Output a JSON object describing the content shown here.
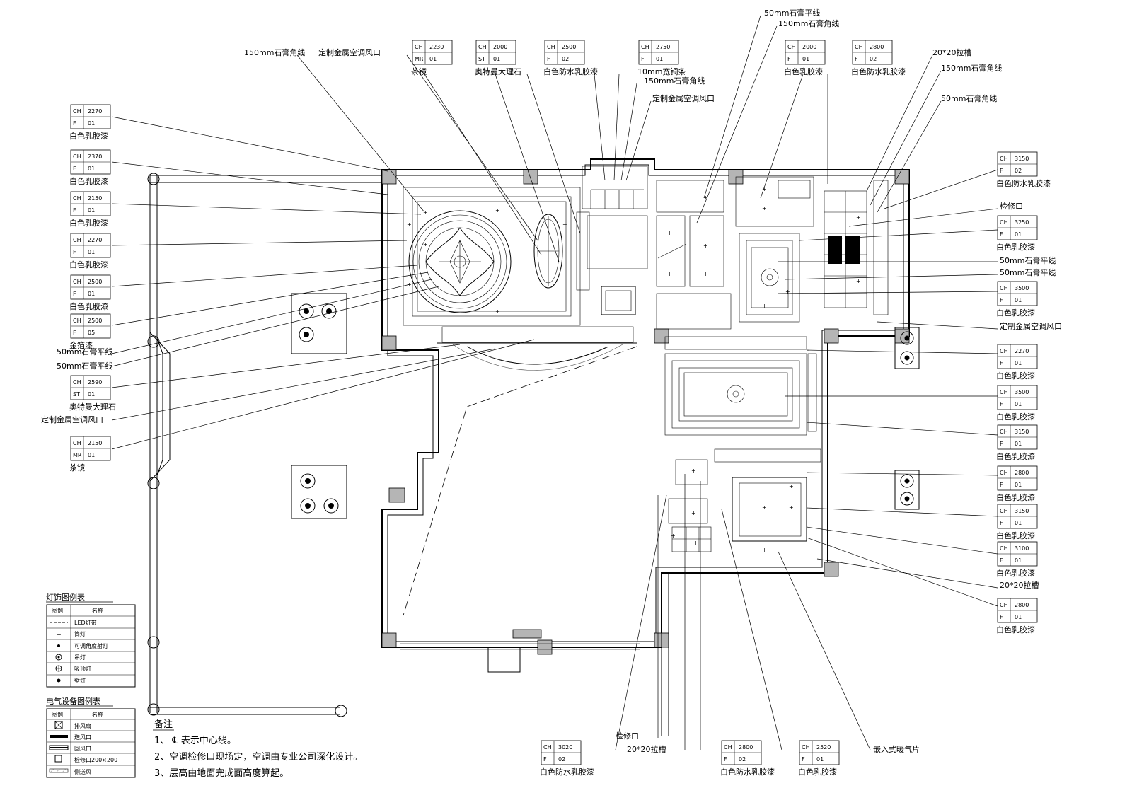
{
  "tags": {
    "tl1": {
      "r1k": "CH",
      "r1v": "2270",
      "r2k": "F",
      "r2v": "01",
      "label": "白色乳胶漆"
    },
    "tl2": {
      "r1k": "CH",
      "r1v": "2370",
      "r2k": "F",
      "r2v": "01",
      "label": "白色乳胶漆"
    },
    "tl3": {
      "r1k": "CH",
      "r1v": "2150",
      "r2k": "F",
      "r2v": "01",
      "label": "白色乳胶漆"
    },
    "tl4": {
      "r1k": "CH",
      "r1v": "2270",
      "r2k": "F",
      "r2v": "01",
      "label": "白色乳胶漆"
    },
    "tl5": {
      "r1k": "CH",
      "r1v": "2500",
      "r2k": "F",
      "r2v": "01",
      "label": "白色乳胶漆"
    },
    "tl6": {
      "r1k": "CH",
      "r1v": "2500",
      "r2k": "F",
      "r2v": "05",
      "label": "金箔漆"
    },
    "tl7": {
      "r1k": "CH",
      "r1v": "2590",
      "r2k": "ST",
      "r2v": "01",
      "label": "奥特曼大理石"
    },
    "tl8": {
      "r1k": "CH",
      "r1v": "2150",
      "r2k": "MR",
      "r2v": "01",
      "label": "茶镜"
    },
    "tt1": {
      "r1k": "CH",
      "r1v": "2230",
      "r2k": "MR",
      "r2v": "01",
      "label": "茶镜"
    },
    "tt2": {
      "r1k": "CH",
      "r1v": "2000",
      "r2k": "ST",
      "r2v": "01",
      "label": "奥特曼大理石"
    },
    "tt3": {
      "r1k": "CH",
      "r1v": "2500",
      "r2k": "F",
      "r2v": "02",
      "label": "白色防水乳胶漆"
    },
    "tt4": {
      "r1k": "CH",
      "r1v": "2750",
      "r2k": "F",
      "r2v": "01",
      "label": "10mm宽铜条"
    },
    "tt5": {
      "r1k": "CH",
      "r1v": "2000",
      "r2k": "F",
      "r2v": "01",
      "label": "白色乳胶漆"
    },
    "tt6": {
      "r1k": "CH",
      "r1v": "2800",
      "r2k": "F",
      "r2v": "02",
      "label": "白色防水乳胶漆"
    },
    "tr1": {
      "r1k": "CH",
      "r1v": "3150",
      "r2k": "F",
      "r2v": "02",
      "label": "白色防水乳胶漆"
    },
    "tr2": {
      "r1k": "CH",
      "r1v": "3250",
      "r2k": "F",
      "r2v": "01",
      "label": "白色乳胶漆"
    },
    "tr3": {
      "r1k": "CH",
      "r1v": "3500",
      "r2k": "F",
      "r2v": "01",
      "label": "白色乳胶漆"
    },
    "tr4": {
      "r1k": "CH",
      "r1v": "2270",
      "r2k": "F",
      "r2v": "01",
      "label": "白色乳胶漆"
    },
    "tr5": {
      "r1k": "CH",
      "r1v": "3500",
      "r2k": "F",
      "r2v": "01",
      "label": "白色乳胶漆"
    },
    "tr6": {
      "r1k": "CH",
      "r1v": "3150",
      "r2k": "F",
      "r2v": "01",
      "label": "白色乳胶漆"
    },
    "tr7": {
      "r1k": "CH",
      "r1v": "2800",
      "r2k": "F",
      "r2v": "01",
      "label": "白色乳胶漆"
    },
    "tr8": {
      "r1k": "CH",
      "r1v": "3150",
      "r2k": "F",
      "r2v": "01",
      "label": "白色乳胶漆"
    },
    "tr9": {
      "r1k": "CH",
      "r1v": "3100",
      "r2k": "F",
      "r2v": "01",
      "label": "白色乳胶漆"
    },
    "tr10": {
      "r1k": "CH",
      "r1v": "2800",
      "r2k": "F",
      "r2v": "01",
      "label": "白色乳胶漆"
    },
    "tb1": {
      "r1k": "CH",
      "r1v": "3020",
      "r2k": "F",
      "r2v": "02",
      "label": "白色防水乳胶漆"
    },
    "tb2": {
      "r1k": "CH",
      "r1v": "2800",
      "r2k": "F",
      "r2v": "02",
      "label": "白色防水乳胶漆"
    },
    "tb3": {
      "r1k": "CH",
      "r1v": "2520",
      "r2k": "F",
      "r2v": "01",
      "label": "白色乳胶漆"
    }
  },
  "notes": {
    "n_150_top": "150mm石膏角线",
    "n_vent_top": "定制金属空调风口",
    "n_50_top": "50mm石膏平线",
    "n_150_top2": "150mm石膏角线",
    "n_20_top": "20*20拉槽",
    "n_150_right": "150mm石膏角线",
    "n_50_right": "50mm石膏角线",
    "n_150_mid": "150mm石膏角线",
    "n_vent_mid": "定制金属空调风口",
    "n_access_r": "检修口",
    "n_50_r1": "50mm石膏平线",
    "n_50_r2": "50mm石膏平线",
    "n_vent_r": "定制金属空调风口",
    "n_20_r": "20*20拉槽",
    "n_50_l1": "50mm石膏平线",
    "n_50_l2": "50mm石膏平线",
    "n_vent_l": "定制金属空调风口",
    "n_access_b": "检修口",
    "n_20_b": "20*20拉槽",
    "n_heat_b": "嵌入式暖气片"
  },
  "lamp_legend": {
    "title": "灯饰图例表",
    "head_icon": "图例",
    "head_name": "名称",
    "rows": [
      {
        "icon": "led-strip-icon",
        "name": "LED灯带"
      },
      {
        "icon": "downlight-icon",
        "name": "筒灯"
      },
      {
        "icon": "adjustable-spotlight-icon",
        "name": "可调角度射灯"
      },
      {
        "icon": "chandelier-icon",
        "name": "吊灯"
      },
      {
        "icon": "ceiling-lamp-icon",
        "name": "吸顶灯"
      },
      {
        "icon": "wall-lamp-icon",
        "name": "壁灯"
      }
    ]
  },
  "elec_legend": {
    "title": "电气设备图例表",
    "head_icon": "图例",
    "head_name": "名称",
    "rows": [
      {
        "icon": "exhaust-fan-icon",
        "name": "排风扇"
      },
      {
        "icon": "supply-vent-icon",
        "name": "送风口"
      },
      {
        "icon": "return-vent-icon",
        "name": "回风口"
      },
      {
        "icon": "access-hatch-icon",
        "name": "检修口200×200"
      },
      {
        "icon": "side-vent-icon",
        "name": "侧送风"
      }
    ]
  },
  "remarks": {
    "title": "备注",
    "lines": [
      "1、 ℄  表示中心线。",
      "2、空调检修口现场定，空调由专业公司深化设计。",
      "3、层高由地面完成面高度算起。"
    ]
  }
}
